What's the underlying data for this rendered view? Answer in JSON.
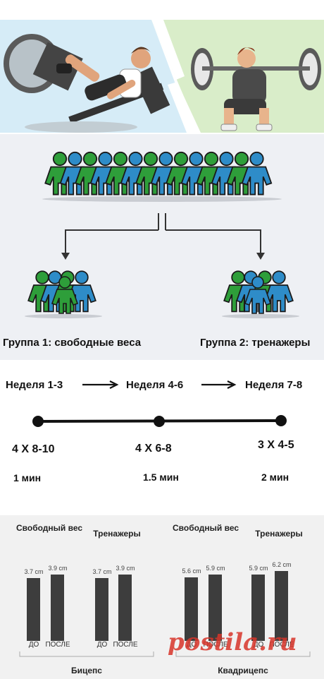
{
  "groups": {
    "group1_label": "Группа 1: свободные веса",
    "group2_label": "Группа 2: тренажеры"
  },
  "timeline": {
    "weeks": [
      "Неделя 1-3",
      "Неделя 4-6",
      "Неделя 7-8"
    ],
    "schemes": [
      "4 X 8-10",
      "4 X 6-8",
      "3 X 4-5"
    ],
    "rests": [
      "1 мин",
      "1.5 мин",
      "2 мин"
    ]
  },
  "chart_data": [
    {
      "type": "bar",
      "muscle": "Бицепс",
      "unit": "cm",
      "categories": [
        "ДО",
        "ПОСЛЕ"
      ],
      "series": [
        {
          "name": "Свободный вес",
          "values": [
            3.7,
            3.9
          ],
          "labels": [
            "3.7 cm",
            "3.9 cm"
          ]
        },
        {
          "name": "Тренажеры",
          "values": [
            3.7,
            3.9
          ],
          "labels": [
            "3.7 cm",
            "3.9 cm"
          ]
        }
      ]
    },
    {
      "type": "bar",
      "muscle": "Квадрицепс",
      "unit": "cm",
      "categories": [
        "ДО",
        "ПОСЛЕ"
      ],
      "series": [
        {
          "name": "Свободный вес",
          "values": [
            5.6,
            5.9
          ],
          "labels": [
            "5.6 cm",
            "5.9 cm"
          ]
        },
        {
          "name": "Тренажеры",
          "values": [
            5.9,
            6.2
          ],
          "labels": [
            "5.9 cm",
            "6.2 cm"
          ]
        }
      ]
    }
  ],
  "col_titles": [
    "Свободный вес",
    "Тренажеры",
    "Свободный вес",
    "Тренажеры"
  ],
  "watermark": "postila.ru",
  "colors": {
    "green": "#2e9e3a",
    "blue": "#2e8cc8",
    "bar": "#3d3d3d",
    "section_bg": "#eef0f4"
  }
}
